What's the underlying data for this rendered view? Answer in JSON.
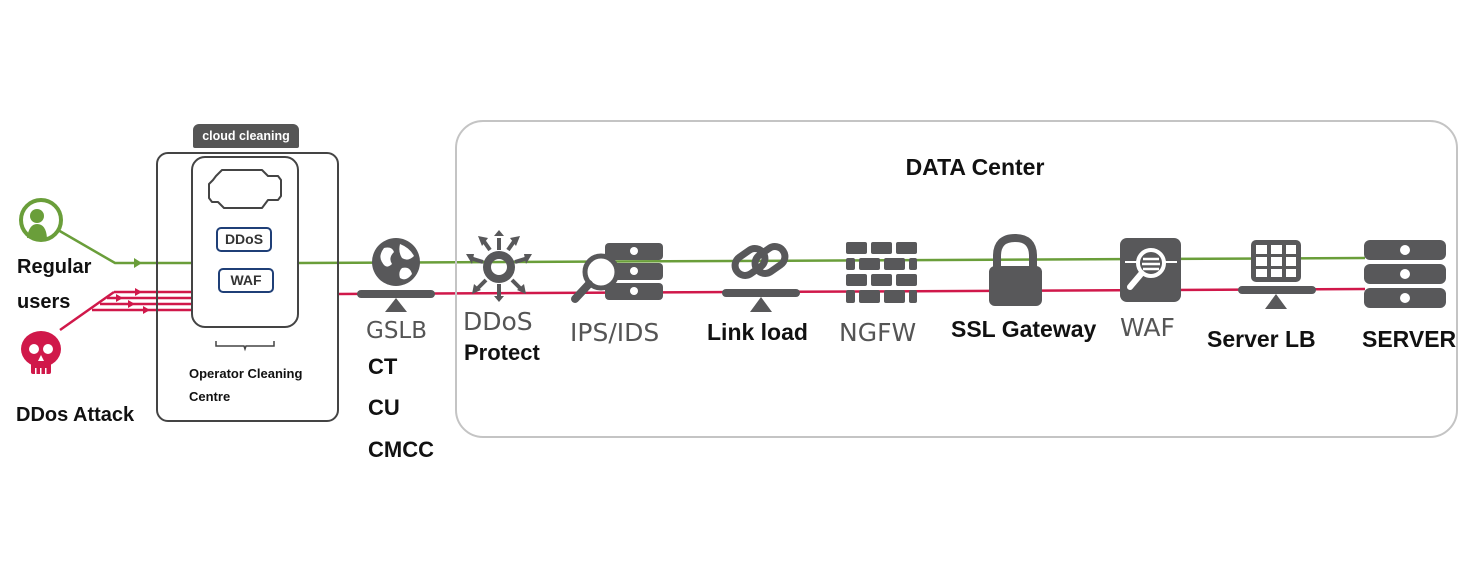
{
  "colors": {
    "regular_line": "#6a9e3a",
    "attack_line": "#d0184a",
    "icon_gray": "#58585a",
    "box_border": "#c4c4c4",
    "badge_border": "#1f3f77"
  },
  "sources": {
    "regular_users": {
      "label_line1": "Regular",
      "label_line2": "users",
      "icon": "user-icon"
    },
    "ddos_attack": {
      "label": "DDos Attack",
      "icon": "skull-icon"
    }
  },
  "operator_cleaning": {
    "tab_label": "cloud cleaning",
    "cloud_icon": "cloud-icon",
    "badges": [
      "DDoS",
      "WAF"
    ],
    "caption_line1": "Operator Cleaning",
    "caption_line2": "Centre"
  },
  "gslb": {
    "label": "GSLB",
    "carriers": [
      "CT",
      "CU",
      "CMCC"
    ],
    "icon": "globe-balance-icon"
  },
  "data_center": {
    "title": "DATA Center",
    "nodes": [
      {
        "id": "ddos-protect",
        "label_line1": "DDoS",
        "label_line2": "Protect",
        "icon": "ddos-shield-icon"
      },
      {
        "id": "ips-ids",
        "label": "IPS/IDS",
        "icon": "ips-search-server-icon"
      },
      {
        "id": "link-load",
        "label": "Link load",
        "icon": "link-balance-icon"
      },
      {
        "id": "ngfw",
        "label": "NGFW",
        "icon": "brick-wall-icon"
      },
      {
        "id": "ssl-gateway",
        "label": "SSL Gateway",
        "icon": "padlock-icon"
      },
      {
        "id": "waf",
        "label": "WAF",
        "icon": "waf-inspect-icon"
      },
      {
        "id": "server-lb",
        "label": "Server LB",
        "icon": "grid-balance-icon"
      },
      {
        "id": "server",
        "label": "SERVER",
        "icon": "server-rack-icon"
      }
    ]
  }
}
